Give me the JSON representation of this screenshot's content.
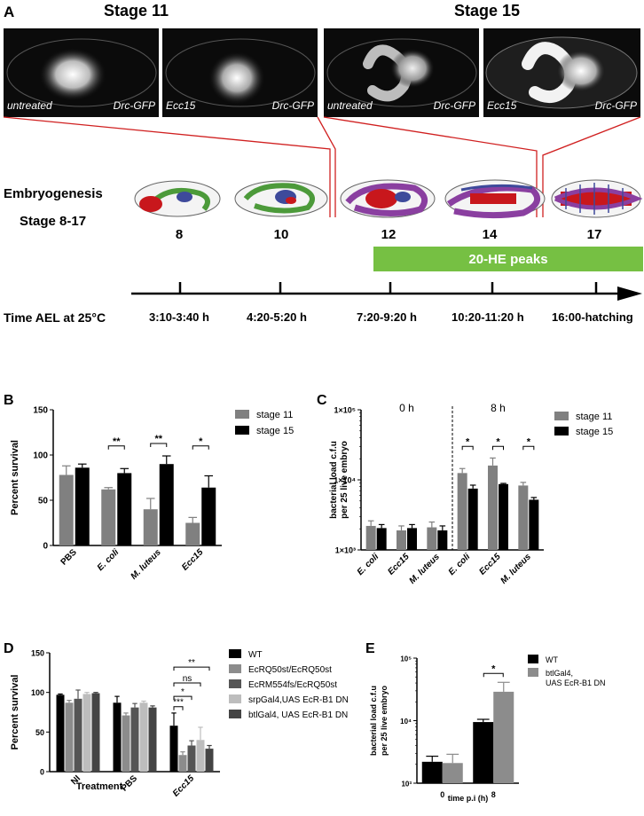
{
  "panelA": {
    "label": "A",
    "stage11_title": "Stage 11",
    "stage15_title": "Stage 15",
    "images": [
      {
        "left": "untreated",
        "right": "Drc-GFP"
      },
      {
        "left": "Ecc15",
        "right": "Drc-GFP"
      },
      {
        "left": "untreated",
        "right": "Drc-GFP"
      },
      {
        "left": "Ecc15",
        "right": "Drc-GFP"
      }
    ],
    "embryo_title": "Embryogenesis",
    "embryo_stage": "Stage 8-17",
    "stages": [
      "8",
      "10",
      "12",
      "14",
      "17"
    ],
    "peak_label": "20-HE peaks",
    "time_title": "Time AEL at 25°C",
    "times": [
      "3:10-3:40 h",
      "4:20-5:20 h",
      "7:20-9:20 h",
      "10:20-11:20 h",
      "16:00-hatching"
    ]
  },
  "chart_data": [
    {
      "panel": "B",
      "type": "bar",
      "ylabel": "Percent survival",
      "ylim": [
        0,
        150
      ],
      "yticks": [
        "0",
        "50",
        "100",
        "150"
      ],
      "categories": [
        "PBS",
        "E. coli",
        "M. luteus",
        "Ecc15"
      ],
      "series": [
        {
          "name": "stage 11",
          "color": "#808080",
          "values": [
            78,
            62,
            40,
            25
          ],
          "errors": [
            10,
            2,
            12,
            6
          ]
        },
        {
          "name": "stage 15",
          "color": "#000000",
          "values": [
            86,
            80,
            90,
            64
          ],
          "errors": [
            4,
            5,
            9,
            13
          ]
        }
      ],
      "significance": [
        "",
        "**",
        "**",
        "*"
      ]
    },
    {
      "panel": "C",
      "type": "bar",
      "ylabel_lines": [
        "bacterial load c.f.u",
        "per 25 live embryo"
      ],
      "yscale": "log",
      "ylim": [
        1000,
        100000
      ],
      "yticks": [
        "1×10³",
        "1×10⁴",
        "1×10⁵"
      ],
      "group_labels": [
        "0 h",
        "8 h"
      ],
      "categories": [
        "E. coli",
        "Ecc15",
        "M. luteus",
        "E. coli",
        "Ecc15",
        "M. luteus"
      ],
      "series": [
        {
          "name": "stage 11",
          "color": "#808080",
          "values": [
            2200,
            1900,
            2100,
            12500,
            16000,
            8300
          ],
          "err_hi": [
            2600,
            2200,
            2500,
            14500,
            20500,
            9200
          ]
        },
        {
          "name": "stage 15",
          "color": "#000000",
          "values": [
            2050,
            2050,
            1900,
            7500,
            8700,
            5200
          ],
          "err_hi": [
            2300,
            2300,
            2200,
            8400,
            8900,
            5600
          ]
        }
      ],
      "significance": [
        "",
        "",
        "",
        "*",
        "*",
        "*"
      ]
    },
    {
      "panel": "D",
      "type": "bar",
      "ylabel": "Percent survival",
      "xlabel": "Treatment",
      "ylim": [
        0,
        150
      ],
      "yticks": [
        "0",
        "50",
        "100",
        "150"
      ],
      "categories": [
        "NI",
        "PBS",
        "Ecc15"
      ],
      "series": [
        {
          "name": "WT",
          "color": "#000000",
          "values": [
            97,
            87,
            58
          ],
          "errors": [
            1,
            8,
            16
          ]
        },
        {
          "name": "EcRQ50st/EcRQ50st",
          "color": "#8c8c8c",
          "values": [
            87,
            71,
            21
          ],
          "errors": [
            3,
            3,
            4
          ]
        },
        {
          "name": "EcRM554fs/EcRQ50st",
          "color": "#555555",
          "values": [
            92,
            81,
            33
          ],
          "errors": [
            11,
            5,
            6
          ]
        },
        {
          "name": "srpGal4,UAS EcR-B1 DN",
          "color": "#bdbdbd",
          "values": [
            98,
            87,
            40
          ],
          "errors": [
            2,
            2,
            16
          ]
        },
        {
          "name": "btlGal4, UAS EcR-B1 DN",
          "color": "#444444",
          "values": [
            99,
            81,
            29
          ],
          "errors": [
            1,
            2,
            4
          ]
        }
      ],
      "significance": [
        "***",
        "*",
        "ns",
        "**"
      ]
    },
    {
      "panel": "E",
      "type": "bar",
      "ylabel_lines": [
        "bacterial load c.f.u",
        "per 25 live embryo"
      ],
      "xlabel": "time p.i (h)",
      "yscale": "log",
      "ylim": [
        1000,
        100000
      ],
      "yticks": [
        "10³",
        "10⁴",
        "10⁵"
      ],
      "categories": [
        "0",
        "8"
      ],
      "series": [
        {
          "name": "WT",
          "color": "#000000",
          "values": [
            2200,
            9500
          ],
          "err_hi": [
            2700,
            10500
          ]
        },
        {
          "name": "btlGal4,\nUAS EcR-B1 DN",
          "color": "#8c8c8c",
          "values": [
            2100,
            29000
          ],
          "err_hi": [
            2900,
            41000
          ]
        }
      ],
      "significance": [
        "",
        "*"
      ]
    }
  ]
}
